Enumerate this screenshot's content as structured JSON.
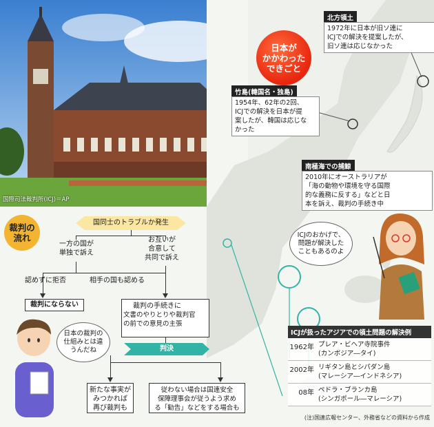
{
  "photo": {
    "credit": "国際司法裁判所(ICJ)＝AP"
  },
  "header": {
    "circle_lines": [
      "日本が",
      "かかわった",
      "できごと"
    ]
  },
  "callouts": {
    "north": {
      "title": "北方領土",
      "lines": [
        "1972年に日本が旧ソ連に",
        "ICJでの解決を提案したが、",
        "旧ソ連は応じなかった"
      ]
    },
    "takeshima": {
      "title": "竹島(韓国名・独島)",
      "lines": [
        "1954年、62年の2回、",
        "ICJでの解決を日本が提",
        "案したが、韓国は応じな",
        "かった"
      ]
    },
    "whaling": {
      "title": "南極海での捕鯨",
      "lines": [
        "2010年にオーストラリアが",
        "「海の動物や環境を守る国際",
        "的な義務に反する」などと日",
        "本を訴え、裁判の手続き中"
      ]
    }
  },
  "flow": {
    "title_lines": [
      "裁判の",
      "流れ"
    ],
    "trouble": "国同士のトラブルか発生",
    "one_side": [
      "一方の国が",
      "単独で訴え"
    ],
    "mutual": [
      "お互いが",
      "合意して",
      "共同で訴え"
    ],
    "refuse": "認めずに拒否",
    "accept": "相手の国も認める",
    "no_trial": "裁判にならない",
    "procedure_title": "裁判の手続きに",
    "procedure_text": [
      "文書のやりとりや裁判官",
      "の前での意見の主張"
    ],
    "judgment": "判決",
    "new_facts": [
      "新たな事実が",
      "みつかれば",
      "再び裁判も"
    ],
    "security": [
      "従わない場合は国連安全",
      "保障理事会が従うよう求め",
      "る「勧告」などをする場合も"
    ]
  },
  "bubbles": {
    "boy": [
      "日本の裁判の",
      "仕組みとは違",
      "うんだね"
    ],
    "woman": [
      "ICJのおかげで、",
      "問題が解決した",
      "こともあるのよ"
    ]
  },
  "table": {
    "title": "ICJが扱ったアジアでの領土問題の解決例",
    "rows": [
      {
        "year": "1962年",
        "case": "プレア・ビヘア寺院事件",
        "parties": "(カンボジア―タイ)"
      },
      {
        "year": "2002年",
        "case": "リギタン島とシパダン島",
        "parties": "(マレーシア―インドネシア)"
      },
      {
        "year": "08年",
        "case": "ペドラ・ブランカ島",
        "parties": "(シンガポール―マレーシア)"
      }
    ]
  },
  "note": "(注)国連広報センター、外務省などの資料から作成",
  "colors": {
    "accent_red": "#e8260f",
    "flow_yellow": "#f3b531",
    "teal": "#33b3a6",
    "callout_dark": "#222222"
  }
}
